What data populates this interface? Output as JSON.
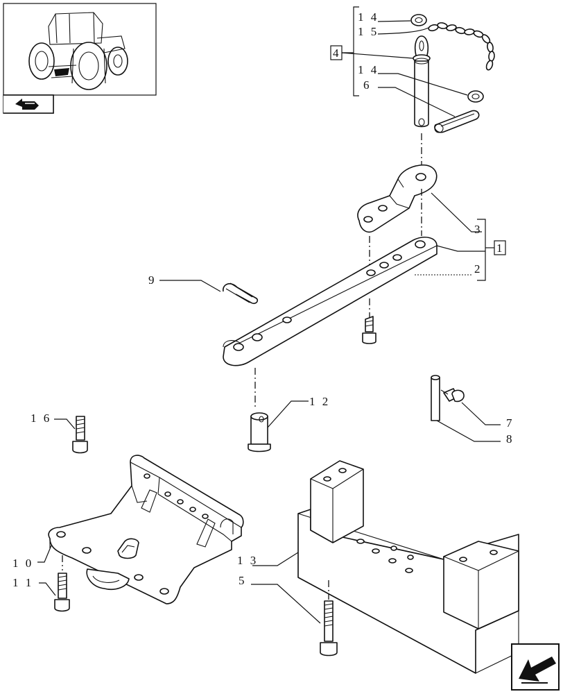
{
  "callouts": {
    "c14a": "1 4",
    "c15": "1 5",
    "c4": "4",
    "c14b": "1 4",
    "c6": "6",
    "c3": "3",
    "c1": "1",
    "c2": "2",
    "c9": "9",
    "c12": "1 2",
    "c16": "1 6",
    "c7": "7",
    "c8": "8",
    "c10": "1 0",
    "c11": "1 1",
    "c13": "1 3",
    "c5": "5"
  },
  "icons": {
    "thumbnail": "tractor-thumbnail-icon",
    "thumbnail_nav": "back-arrow-icon",
    "corner_nav": "next-page-arrow-icon"
  }
}
